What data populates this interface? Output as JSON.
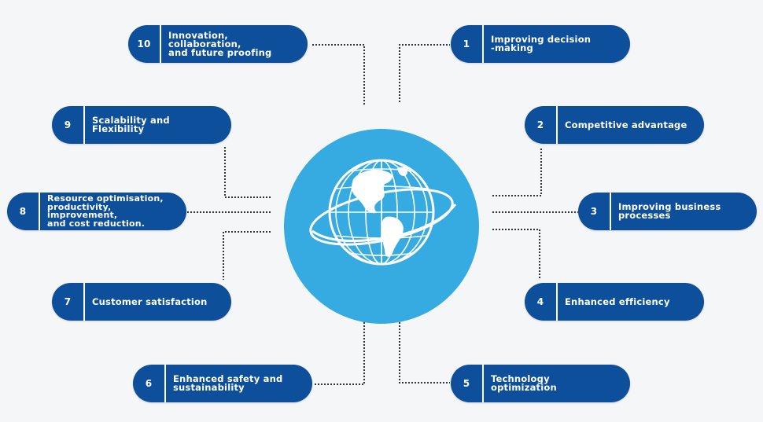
{
  "items": [
    {
      "num": "1",
      "label": "Improving decision\n-making"
    },
    {
      "num": "2",
      "label": "Competitive advantage"
    },
    {
      "num": "3",
      "label": "Improving business\nprocesses"
    },
    {
      "num": "4",
      "label": "Enhanced efficiency"
    },
    {
      "num": "5",
      "label": "Technology\noptimization"
    },
    {
      "num": "6",
      "label": "Enhanced safety and\nsustainability"
    },
    {
      "num": "7",
      "label": "Customer satisfaction"
    },
    {
      "num": "8",
      "label": "Resource optimisation,\nproductivity, improvement,\nand cost reduction."
    },
    {
      "num": "9",
      "label": "Scalability and\nFlexibility"
    },
    {
      "num": "10",
      "label": "Innovation, collaboration,\nand future proofing"
    }
  ],
  "colors": {
    "pill": "#0d4f9a",
    "hub": "#36abe2",
    "connector": "#333333",
    "background": "#f5f6f8"
  },
  "center_icon": "globe-icon"
}
